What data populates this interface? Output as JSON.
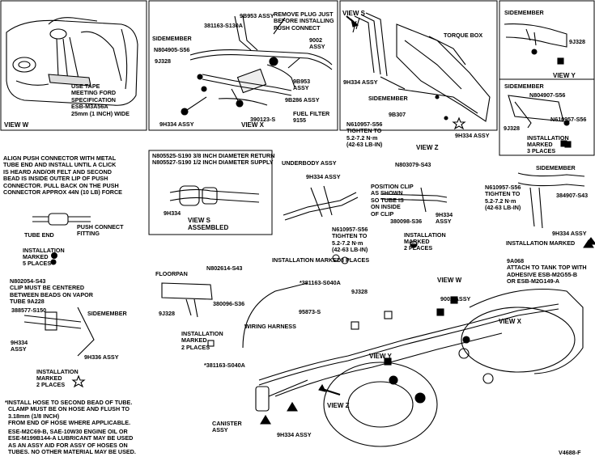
{
  "panels": {
    "view_w": {
      "title": "VIEW W",
      "note": "USE TAPE\nMEETING FORD\nSPECIFICATION\nESB-M3A56A\n25mm (1 INCH) WIDE"
    },
    "view_x": {
      "title": "VIEW X",
      "labels": {
        "p381163": "381163-S130A",
        "p9b953": "9B953 ASSY",
        "remove_plug": "REMOVE PLUG JUST\nBEFORE INSTALLING\nPUSH CONNECT",
        "sidemember": "SIDEMEMBER",
        "n804905": "N804905-S56",
        "p9j328": "9J328",
        "p9002": "9002\nASSY",
        "p9b953b": "9B953\nASSY",
        "p9b286": "9B286 ASSY",
        "fuel_filter": "FUEL FILTER\n9155",
        "p390123": "390123-S",
        "p9h334": "9H334 ASSY"
      }
    },
    "view_s": {
      "title": "VIEW S",
      "labels": {
        "torque_box": "TORQUE BOX",
        "p9h334": "9H334 ASSY",
        "sidemember": "SIDEMEMBER",
        "p9b307": "9B307"
      }
    },
    "view_z": {
      "title": "VIEW Z",
      "labels": {
        "n610957": "N610957-S56\nTIGHTEN TO\n5.2-7.2 N·m\n(42-63 LB-IN)",
        "p9h334": "9H334 ASSY"
      }
    },
    "view_y": {
      "title": "VIEW Y",
      "labels": {
        "sidemember": "SIDEMEMBER",
        "p9j328": "9J328"
      }
    },
    "install_sq": {
      "labels": {
        "sidemember": "SIDEMEMBER",
        "n804907": "N804907-S56",
        "p9j328": "9J328",
        "n610957": "N610957-S56"
      },
      "caption": "INSTALLATION\nMARKED",
      "places": "3 PLACES"
    },
    "push_connector": {
      "instructions": "ALIGN PUSH CONNECTOR WITH METAL\nTUBE END AND INSTALL UNTIL A CLICK\nIS HEARD AND/OR FELT AND SECOND\nBEAD IS INSIDE OUTER LIP OF PUSH\nCONNECTOR. PULL BACK ON THE PUSH\nCONNECTOR APPROX 44N (10 LB) FORCE",
      "tube_end": "TUBE END",
      "push_fitting": "PUSH CONNECT\nFITTING",
      "caption": "INSTALLATION\nMARKED",
      "places": "5 PLACES"
    },
    "view_s_assembled": {
      "header": "N805525-S190 3/8 INCH DIAMETER RETURN\nN805527-S190 1/2 INCH DIAMETER SUPPLY",
      "p9h334": "9H334",
      "title": "VIEW S\nASSEMBLED"
    },
    "underbody": {
      "underbody_assy": "UNDERBODY ASSY",
      "p9h334": "9H334 ASSY",
      "n610957": "N610957-S56\nTIGHTEN TO\n5.2-7.2 N·m\n(42-63 LB-IN)",
      "caption": "INSTALLATION MARKED",
      "places": "3 PLACES"
    },
    "position_clip": {
      "n803079": "N803079-S43",
      "note": "POSITION CLIP\nAS SHOWN\nSO TUBE IS\nON INSIDE\nOF CLIP",
      "p380098": "380098-S36",
      "p9h334": "9H334\nASSY",
      "caption": "INSTALLATION\nMARKED",
      "places": "2 PLACES"
    },
    "install_tri": {
      "sidemember": "SIDEMEMBER",
      "n610957": "N610957-S56\nTIGHTEN TO\n5.2-7.2 N·m\n(42-63 LB-IN)",
      "p384907": "384907-S43",
      "p9h334": "9H334 ASSY",
      "caption": "INSTALLATION MARKED"
    },
    "floorpan": {
      "floorpan": "FLOORPAN",
      "n802614": "N802614-S43",
      "p380096": "380096-S36",
      "p9j328": "9J328",
      "caption": "INSTALLATION\nMARKED",
      "places": "2 PLACES"
    },
    "clip_note": {
      "text": "N802054-S43\nCLIP MUST BE CENTERED\nBETWEEN BEADS ON VAPOR\nTUBE 9A228",
      "p388577": "388577-S150",
      "sidemember": "SIDEMEMBER",
      "p9h334": "9H334\nASSY",
      "p9h336": "9H336 ASSY",
      "caption": "INSTALLATION\nMARKED",
      "places": "2 PLACES"
    },
    "main": {
      "p9a068": "9A068\nATTACH TO TANK TOP WITH\nADHESIVE ESB-M2G55-B\nOR ESB-M2G149-A",
      "view_w": "VIEW W",
      "p9002": "9002 ASSY",
      "view_x": "VIEW X",
      "s381163_1": "*381163-S040A",
      "p9j328": "9J328",
      "p95873": "95873-S",
      "wiring": "WIRING HARNESS",
      "view_y": "VIEW Y",
      "s381163_2": "*381163-S040A",
      "view_z": "VIEW Z",
      "canister": "CANISTER\nASSY",
      "p9h334": "9H334 ASSY",
      "doc_id": "V4688-F"
    },
    "footnote": {
      "text": "*INSTALL HOSE TO SECOND BEAD OF TUBE.\n  CLAMP MUST BE ON HOSE AND FLUSH TO\n  3.18mm (1/8 INCH)\n  FROM END OF HOSE WHERE APPLICABLE.",
      "lube": "ESE-M2C69-B, SAE-10W30 ENGINE OIL OR\nESE-M199B144-A LUBRICANT MAY BE USED\nAS AN ASSY AID FOR ASSY OF HOSES ON\nTUBES. NO OTHER MATERIAL MAY BE USED."
    }
  }
}
